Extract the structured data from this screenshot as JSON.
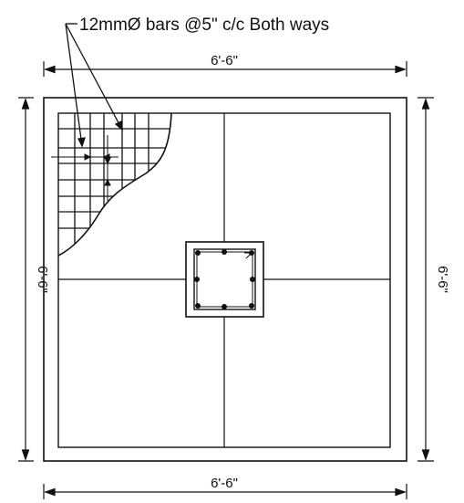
{
  "annotation": {
    "bars": "12mmØ bars @5\" c/c Both ways"
  },
  "dimensions": {
    "top": "6'-6\"",
    "bottom": "6'-6\"",
    "left": "6'-6\"",
    "right": "6'-6\""
  },
  "colors": {
    "line": "#111111",
    "background": "#ffffff"
  }
}
